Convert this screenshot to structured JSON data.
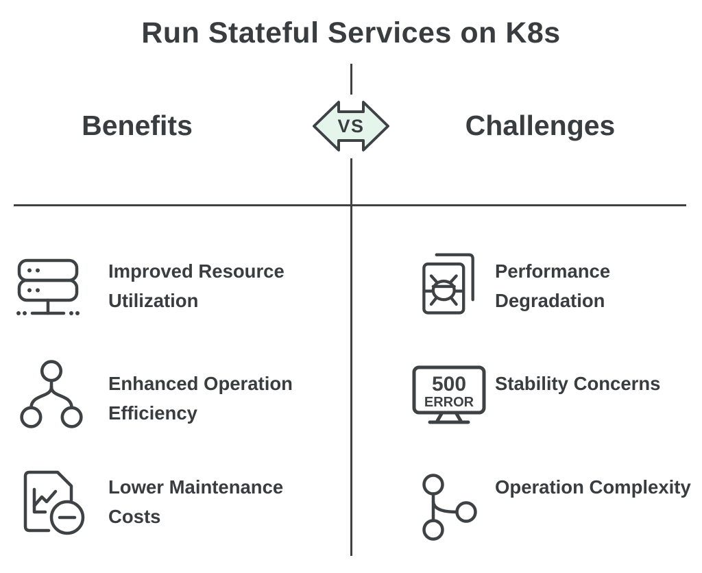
{
  "title": "Run Stateful Services on K8s",
  "vs_badge": {
    "label": "VS",
    "fill": "#e6f5ec",
    "border": "#3f4245"
  },
  "headings": {
    "benefits": "Benefits",
    "challenges": "Challenges"
  },
  "benefits": [
    {
      "icon": "server-rack-icon",
      "lines": [
        "Improved Resource",
        "Utilization"
      ]
    },
    {
      "icon": "hierarchy-tree-icon",
      "lines": [
        "Enhanced Operation",
        "Efficiency"
      ]
    },
    {
      "icon": "report-minus-icon",
      "lines": [
        "Lower Maintenance",
        "Costs"
      ]
    }
  ],
  "challenges": [
    {
      "icon": "bug-report-icon",
      "lines": [
        "Performance",
        "Degradation"
      ]
    },
    {
      "icon": "error-monitor-icon",
      "lines": [
        "Stability Concerns"
      ],
      "screen_text": [
        "500",
        "ERROR"
      ]
    },
    {
      "icon": "linked-nodes-icon",
      "lines": [
        "Operation Complexity"
      ]
    }
  ],
  "colors": {
    "text": "#3a3d40",
    "line": "#3f4245",
    "icon_stroke": "#3f4245",
    "vs_fill": "#e6f5ec",
    "background": "#ffffff"
  }
}
